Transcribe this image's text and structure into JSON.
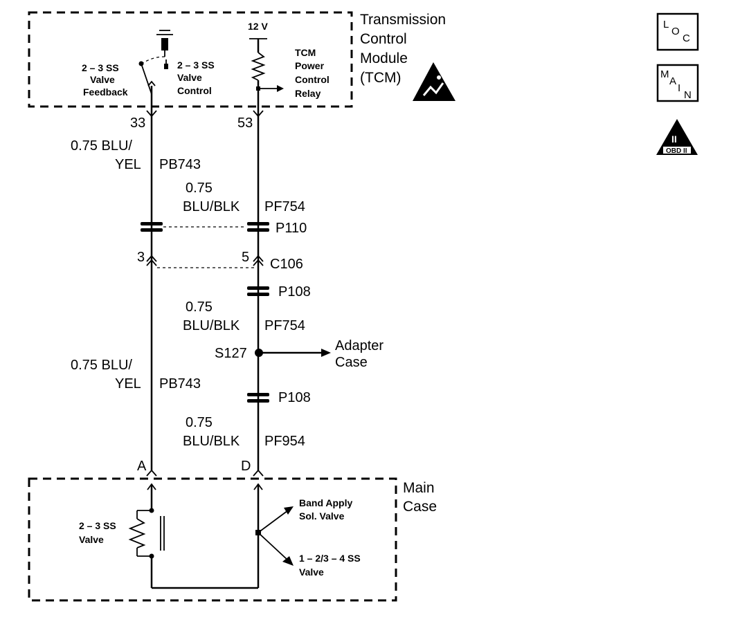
{
  "tcm": {
    "title_lines": [
      "Transmission",
      "Control",
      "Module",
      "(TCM)"
    ],
    "voltage": "12 V",
    "feedback_lines": [
      "2 – 3 SS",
      "Valve",
      "Feedback"
    ],
    "control_lines": [
      "2 – 3 SS",
      "Valve",
      "Control"
    ],
    "relay_lines": [
      "TCM",
      "Power",
      "Control",
      "Relay"
    ]
  },
  "pins": {
    "left_tcm": "33",
    "right_tcm": "53",
    "left_c106": "3",
    "right_c106": "5",
    "left_case": "A",
    "right_case": "D"
  },
  "connectors": {
    "c106": "C106",
    "p110": "P110",
    "p108_upper": "P108",
    "p108_lower": "P108",
    "splice": "S127"
  },
  "wires": {
    "left_upper": {
      "line1": "0.75 BLU/",
      "line2": "YEL",
      "circuit": "PB743"
    },
    "left_lower": {
      "line1": "0.75 BLU/",
      "line2": "YEL",
      "circuit": "PB743"
    },
    "right_1": {
      "gauge": "0.75",
      "color": "BLU/BLK",
      "circuit": "PF754"
    },
    "right_2": {
      "gauge": "0.75",
      "color": "BLU/BLK",
      "circuit": "PF754"
    },
    "right_3": {
      "gauge": "0.75",
      "color": "BLU/BLK",
      "circuit": "PF954"
    }
  },
  "adapter_case": [
    "Adapter",
    "Case"
  ],
  "main_case": {
    "title_lines": [
      "Main",
      "Case"
    ],
    "valve_lines": [
      "2 – 3 SS",
      "Valve"
    ],
    "band_lines": [
      "Band Apply",
      "Sol. Valve"
    ],
    "ss_lines": [
      "1 – 2/3 – 4 SS",
      "Valve"
    ]
  },
  "icons": {
    "loc": [
      "L",
      "O",
      "C"
    ],
    "main": [
      "M",
      "A",
      "I",
      "N"
    ],
    "obd_numeral": "II",
    "obd_label": "OBD II"
  }
}
